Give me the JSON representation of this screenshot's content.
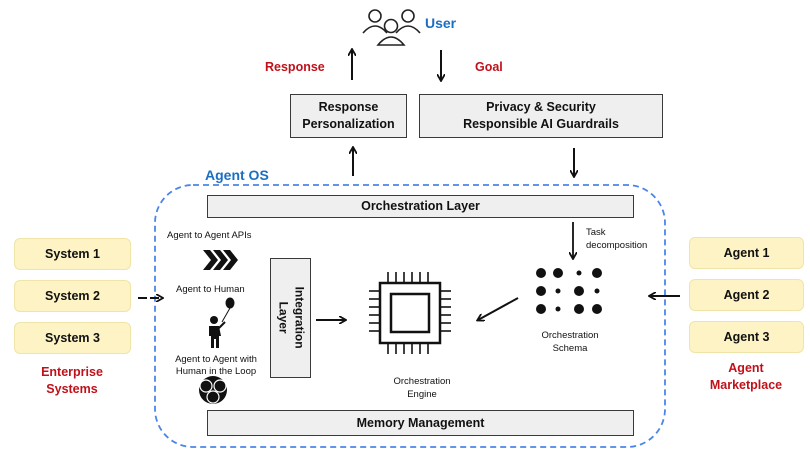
{
  "top": {
    "user_label": "User",
    "response_label": "Response",
    "goal_label": "Goal",
    "response_box_line1": "Response",
    "response_box_line2": "Personalization",
    "privacy_line1": "Privacy & Security",
    "privacy_line2": "Responsible AI Guardrails"
  },
  "agent_os": {
    "title": "Agent OS",
    "orchestration_layer": "Orchestration Layer",
    "memory_management": "Memory Management",
    "integration_layer_line1": "Integration",
    "integration_layer_line2": "Layer",
    "interfaces": [
      {
        "label": "Agent to Agent APIs"
      },
      {
        "label": "Agent to Human"
      },
      {
        "label_line1": "Agent to Agent with",
        "label_line2": "Human in the Loop"
      }
    ],
    "engine_line1": "Orchestration",
    "engine_line2": "Engine",
    "schema_line1": "Orchestration",
    "schema_line2": "Schema",
    "task_line1": "Task",
    "task_line2": "decomposition"
  },
  "enterprise": {
    "systems": [
      "System 1",
      "System 2",
      "System 3"
    ],
    "label_line1": "Enterprise",
    "label_line2": "Systems"
  },
  "marketplace": {
    "agents": [
      "Agent 1",
      "Agent 2",
      "Agent 3"
    ],
    "label_line1": "Agent",
    "label_line2": "Marketplace"
  },
  "colors": {
    "accent_blue": "#1b6fc2",
    "red": "#c0111a",
    "gray_box": "#efefef",
    "yellow_box": "#fdf3c4",
    "dashed_border": "#4a86e8"
  }
}
